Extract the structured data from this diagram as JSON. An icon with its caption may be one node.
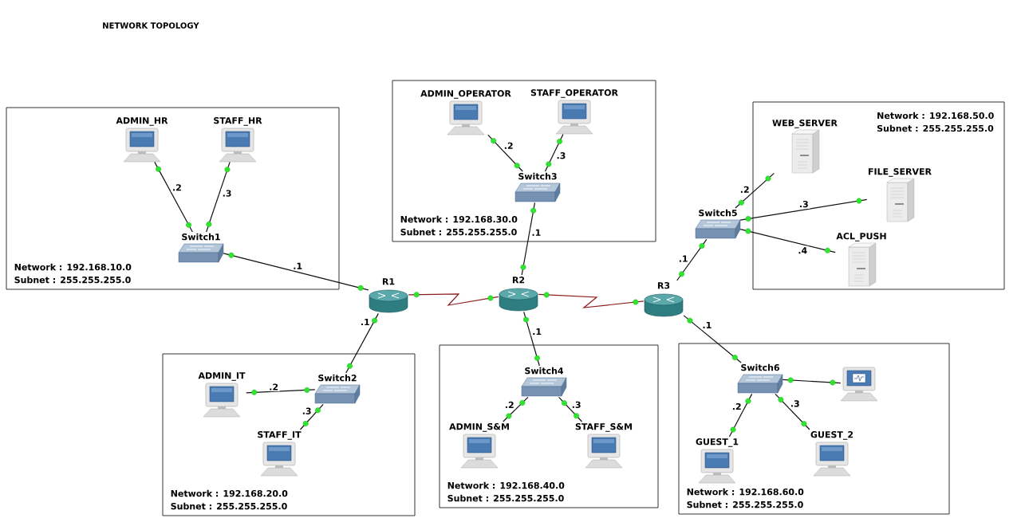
{
  "diagram": {
    "title": "NETWORK TOPOLOGY",
    "nodes": [
      {
        "text": [
          "Network : 192.168.10.0",
          "Subnet : 255.255.255.0"
        ]
      },
      {
        "text": [
          "ADMIN_HR"
        ],
        "in": 0
      },
      {
        "text": [
          "STAFF_HR"
        ],
        "in": 0
      },
      {
        "text": [
          "Switch1"
        ],
        "in": 0
      },
      {
        "text": [
          "Network : 192.168.30.0",
          "Subnet : 255.255.255.0"
        ]
      },
      {
        "text": [
          "ADMIN_OPERATOR"
        ],
        "in": 4
      },
      {
        "text": [
          "STAFF_OPERATOR"
        ],
        "in": 4
      },
      {
        "text": [
          "Switch3"
        ],
        "in": 4
      },
      {
        "text": [
          "Network : 192.168.50.0",
          "Subnet : 255.255.255.0"
        ]
      },
      {
        "text": [
          "WEB_SERVER"
        ],
        "in": 8
      },
      {
        "text": [
          "FILE_SERVER"
        ],
        "in": 8
      },
      {
        "text": [
          "ACL_PUSH"
        ],
        "in": 8
      },
      {
        "text": [
          "Switch5"
        ]
      },
      {
        "text": [
          "R1"
        ]
      },
      {
        "text": [
          "R2"
        ]
      },
      {
        "text": [
          "R3"
        ]
      },
      {
        "text": [
          "Network : 192.168.20.0",
          "Subnet : 255.255.255.0"
        ]
      },
      {
        "text": [
          "ADMIN_IT"
        ],
        "in": 16
      },
      {
        "text": [
          "Switch2"
        ],
        "in": 16
      },
      {
        "text": [
          "STAFF_IT"
        ],
        "in": 16
      },
      {
        "text": [
          "Network : 192.168.40.0",
          "Subnet : 255.255.255.0"
        ]
      },
      {
        "text": [
          "Switch4"
        ],
        "in": 20
      },
      {
        "text": [
          "ADMIN_S&M"
        ],
        "in": 20
      },
      {
        "text": [
          "STAFF_S&M"
        ],
        "in": 20
      },
      {
        "text": [
          "Network : 192.168.60.0",
          "Subnet : 255.255.255.0"
        ]
      },
      {
        "text": [
          "Switch6"
        ],
        "in": 24
      },
      {
        "text": [],
        "shape": "picture",
        "in": 24
      },
      {
        "text": [
          "GUEST_1"
        ],
        "in": 24
      },
      {
        "text": [
          "GUEST_2"
        ],
        "in": 24
      }
    ],
    "edges": [
      {
        "from": 1,
        "to": 3,
        "arrow": "none",
        "label": ".2"
      },
      {
        "from": 2,
        "to": 3,
        "arrow": "none",
        "label": ".3"
      },
      {
        "from": 3,
        "to": 13,
        "arrow": "none",
        "label": ".1"
      },
      {
        "from": 5,
        "to": 7,
        "arrow": "none",
        "label": ".2"
      },
      {
        "from": 6,
        "to": 7,
        "arrow": "none",
        "label": ".3"
      },
      {
        "from": 7,
        "to": 14,
        "arrow": "none",
        "label": ".1"
      },
      {
        "from": 12,
        "to": 9,
        "arrow": "none",
        "label": ".2"
      },
      {
        "from": 12,
        "to": 10,
        "arrow": "none",
        "label": ".3"
      },
      {
        "from": 12,
        "to": 11,
        "arrow": "none",
        "label": ".4"
      },
      {
        "from": 15,
        "to": 12,
        "arrow": "none",
        "label": ".1"
      },
      {
        "from": 13,
        "to": 14,
        "arrow": "none",
        "color": "#8b1a1a"
      },
      {
        "from": 14,
        "to": 15,
        "arrow": "none",
        "color": "#8b1a1a"
      },
      {
        "from": 13,
        "to": 18,
        "arrow": "none",
        "label": ".1"
      },
      {
        "from": 17,
        "to": 18,
        "arrow": "none",
        "label": ".2"
      },
      {
        "from": 18,
        "to": 19,
        "arrow": "none",
        "label": ".3"
      },
      {
        "from": 14,
        "to": 21,
        "arrow": "none",
        "label": ".1"
      },
      {
        "from": 21,
        "to": 22,
        "arrow": "none",
        "label": ".2"
      },
      {
        "from": 21,
        "to": 23,
        "arrow": "none",
        "label": ".3"
      },
      {
        "from": 15,
        "to": 25,
        "arrow": "none",
        "label": ".1"
      },
      {
        "from": 25,
        "to": 26,
        "arrow": "none"
      },
      {
        "from": 25,
        "to": 27,
        "arrow": "none",
        "label": ".2"
      },
      {
        "from": 25,
        "to": 28,
        "arrow": "none",
        "label": ".3"
      }
    ]
  }
}
